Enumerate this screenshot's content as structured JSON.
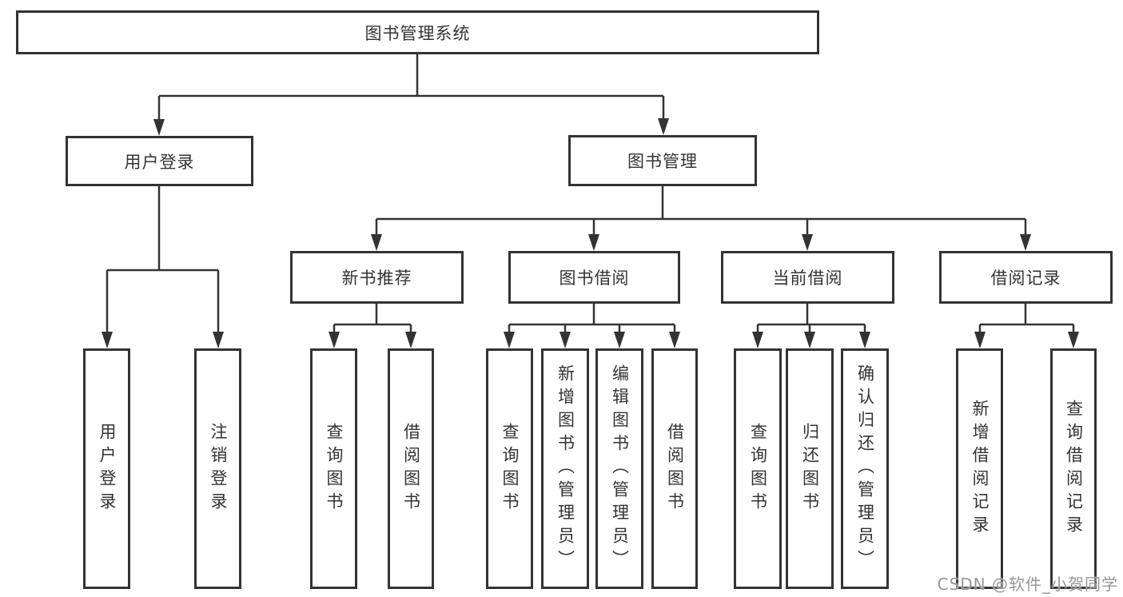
{
  "colors": {
    "line": "#333333",
    "box_border": "#333333",
    "box_fill": "#ffffff",
    "text": "#333333",
    "watermark_text": "#969696"
  },
  "tree": {
    "root": {
      "label": "图书管理系统",
      "children": [
        {
          "label": "用户登录",
          "children": [
            {
              "label": "用户登录"
            },
            {
              "label": "注销登录"
            }
          ]
        },
        {
          "label": "图书管理",
          "children": [
            {
              "label": "新书推荐",
              "children": [
                {
                  "label": "查询图书"
                },
                {
                  "label": "借阅图书"
                }
              ]
            },
            {
              "label": "图书借阅",
              "children": [
                {
                  "label": "查询图书"
                },
                {
                  "label": "新增图书（管理员）"
                },
                {
                  "label": "编辑图书（管理员）"
                },
                {
                  "label": "借阅图书"
                }
              ]
            },
            {
              "label": "当前借阅",
              "children": [
                {
                  "label": "查询图书"
                },
                {
                  "label": "归还图书"
                },
                {
                  "label": "确认归还（管理员）"
                }
              ]
            },
            {
              "label": "借阅记录",
              "children": [
                {
                  "label": "新增借阅记录"
                },
                {
                  "label": "查询借阅记录"
                }
              ]
            }
          ]
        }
      ]
    }
  },
  "watermark": "CSDN @软件_小贺同学"
}
